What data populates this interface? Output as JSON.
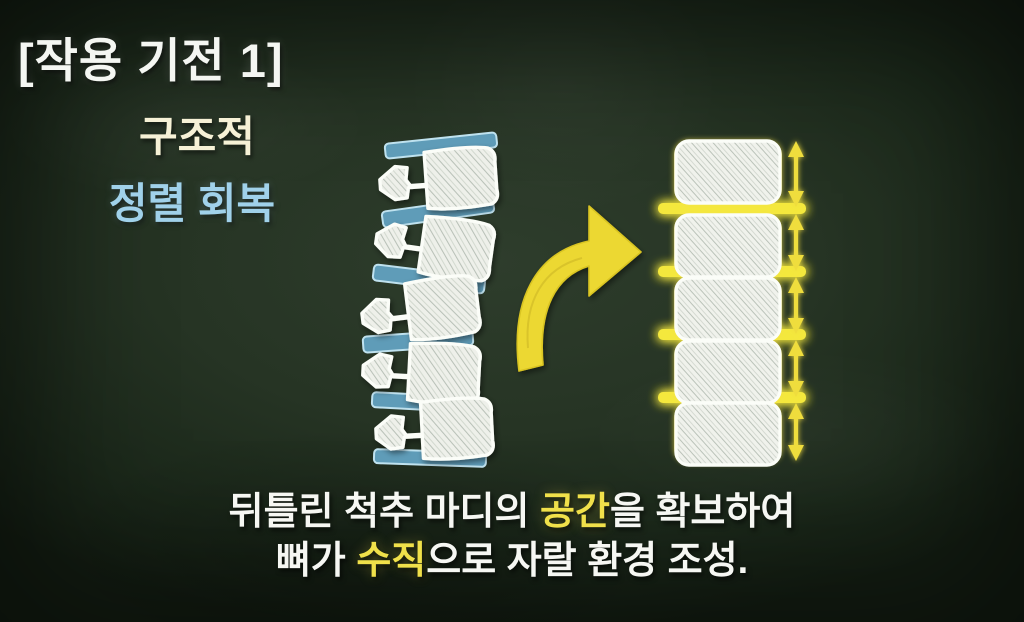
{
  "board": {
    "background_color": "#263424",
    "accent_yellow": "#f0e04a",
    "accent_blue": "#5f9cb8",
    "bone_white": "#f2f4ef"
  },
  "header": {
    "title": "[작용 기전 1]",
    "subtitle_cream": "구조적",
    "subtitle_blue": "정렬 회복"
  },
  "caption": {
    "line1_pre": "뒤틀린 척추 마디의 ",
    "line1_highlight": "공간",
    "line1_post": "을 확보하여",
    "line2_pre": "뼈가 ",
    "line2_highlight": "수직",
    "line2_post": "으로 자랄 환경 조성."
  },
  "illustration": {
    "left_label": "misaligned-spine",
    "right_label": "aligned-spine",
    "arrow_label": "transformation-arrow",
    "left_vertebra_count": 5,
    "right_vertebra_count": 5,
    "disc_count_left": 5,
    "glow_line_count_right": 4,
    "measure_arrow_count": 5,
    "disc_color_left": "#5f9cb8",
    "disc_color_right": "#f2e14a"
  }
}
